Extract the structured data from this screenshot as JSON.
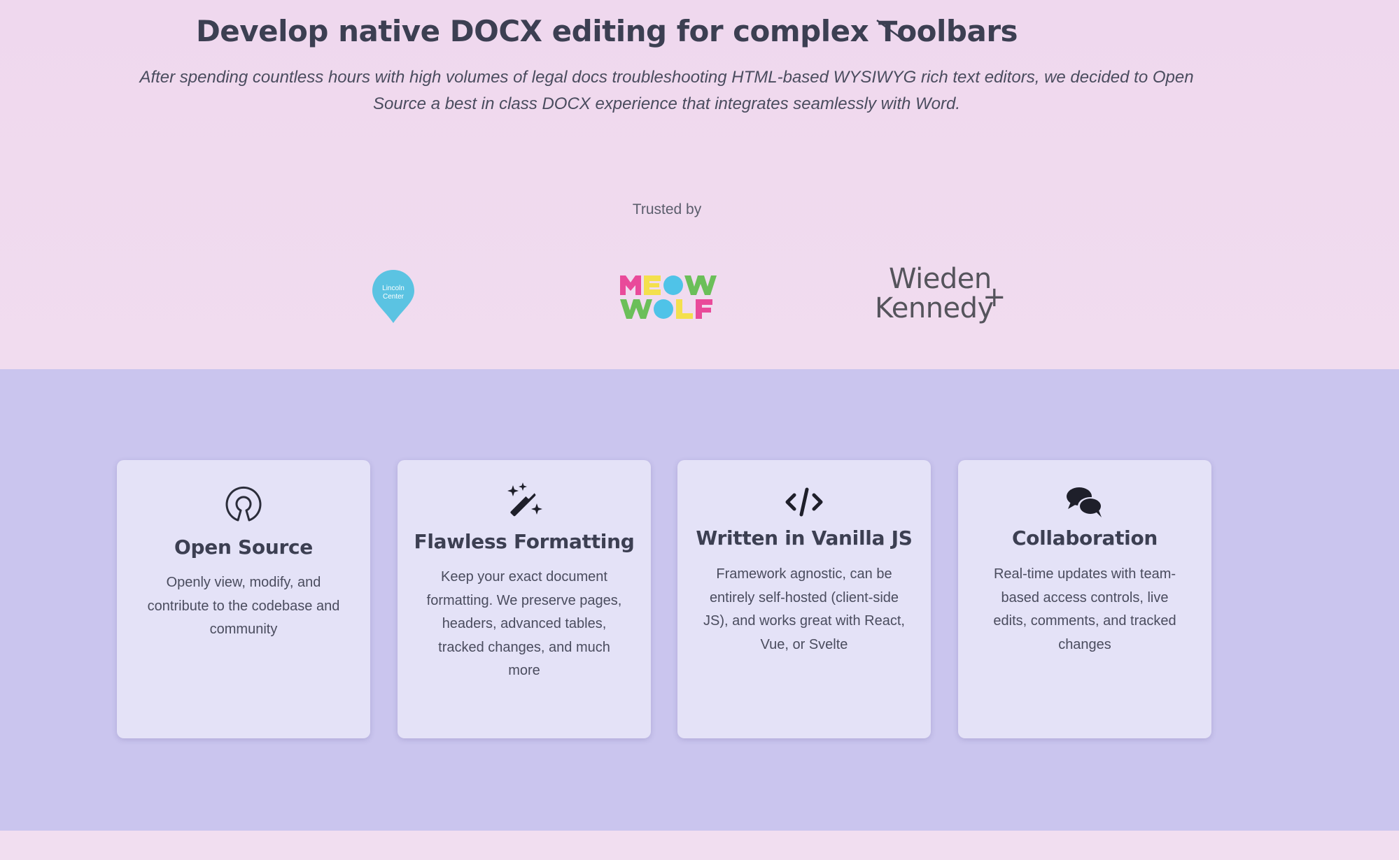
{
  "hero": {
    "title": "Develop native DOCX editing for complex Toolbars",
    "title_before_cursor": "Develop native DOCX editing for complex ",
    "title_after_cursor": "oolbars",
    "cursor_letter": "T",
    "subtitle": "After spending countless hours with high volumes of legal docs troubleshooting HTML-based WYSIWYG rich text editors, we decided to Open Source a best in class DOCX experience that integrates seamlessly with Word."
  },
  "trusted": {
    "label": "Trusted by",
    "logos": [
      {
        "name": "Lincoln Center",
        "line1": "Lincoln",
        "line2": "Center",
        "color": "#5bc3e2"
      },
      {
        "name": "MEOW WOLF",
        "row1": "MEOW",
        "row2": "WOLF",
        "colors": [
          "#e94a9a",
          "#f4e04d",
          "#4fc3e8",
          "#6bbf59",
          "#f18a3a"
        ]
      },
      {
        "name": "Wieden+Kennedy",
        "line1": "Wieden",
        "line2": "Kennedy",
        "plus": "+"
      }
    ]
  },
  "features": [
    {
      "icon": "open-source-icon",
      "title": "Open Source",
      "description": "Openly view, modify, and contribute to the codebase and community"
    },
    {
      "icon": "magic-wand-icon",
      "title": "Flawless Formatting",
      "description": "Keep your exact document formatting. We preserve pages, headers, advanced tables, tracked changes, and much more"
    },
    {
      "icon": "code-icon",
      "title": "Written in Vanilla JS",
      "description": "Framework agnostic, can be entirely self-hosted (client-side JS), and works great with React, Vue, or Svelte"
    },
    {
      "icon": "chat-bubbles-icon",
      "title": "Collaboration",
      "description": "Real-time updates with team-based access controls, live edits, comments, and tracked changes"
    }
  ],
  "colors": {
    "hero_bg": "#efd8ee",
    "features_bg": "#cac5ee",
    "card_bg": "#e4e2f7",
    "heading": "#3c3f52",
    "text": "#4a4c5e"
  }
}
